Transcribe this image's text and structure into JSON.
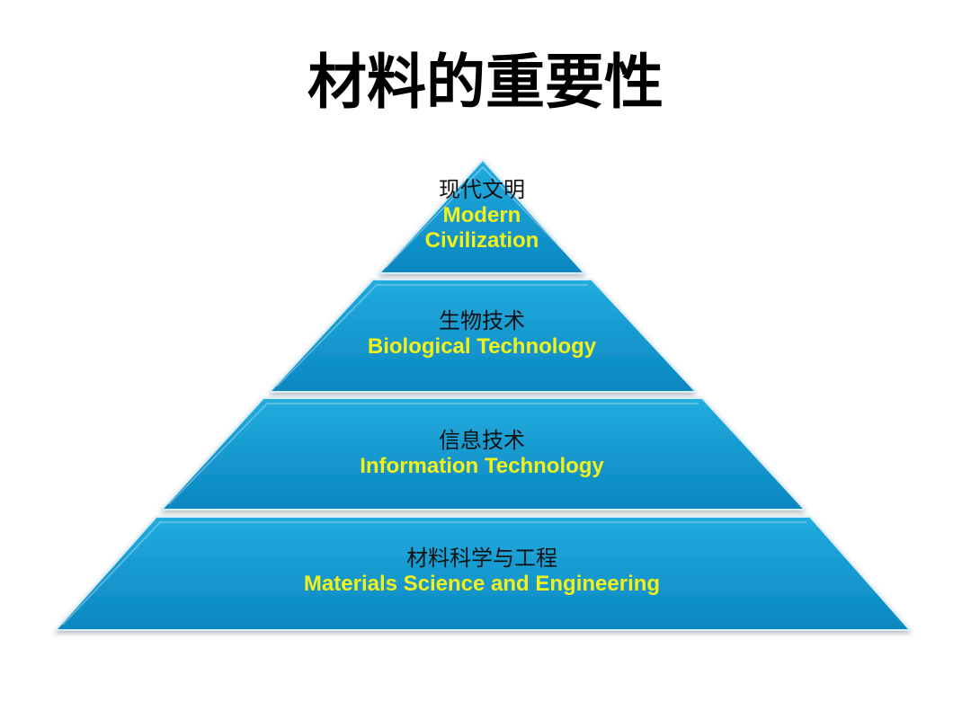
{
  "slide": {
    "title": "材料的重要性"
  },
  "colors": {
    "tier_fill_top": "#1aa4d8",
    "tier_fill_bottom": "#0a86be",
    "tier_edge": "#d9eef8",
    "english_text": "#f2f21a",
    "chinese_text": "#111111"
  },
  "pyramid": {
    "tiers": [
      {
        "zh": "现代文明",
        "en_lines": [
          "Modern",
          "Civilization"
        ]
      },
      {
        "zh": "生物技术",
        "en_lines": [
          "Biological Technology"
        ]
      },
      {
        "zh": "信息技术",
        "en_lines": [
          "Information Technology"
        ]
      },
      {
        "zh": "材料科学与工程",
        "en_lines": [
          "Materials Science and Engineering"
        ]
      }
    ]
  }
}
